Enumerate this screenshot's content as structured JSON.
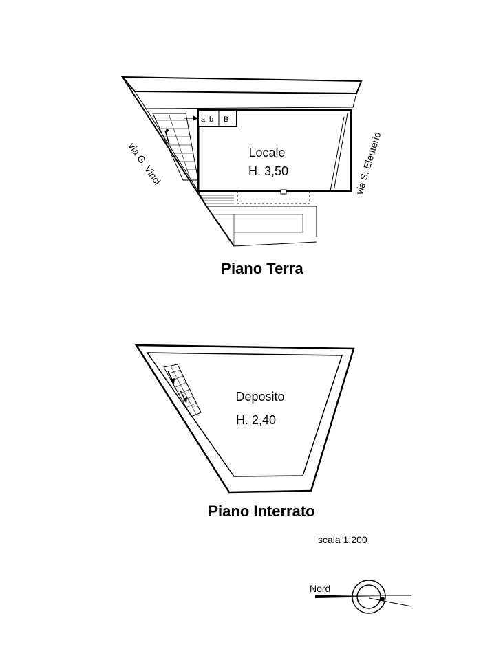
{
  "ground_floor": {
    "title": "Piano Terra",
    "room_name": "Locale",
    "room_height": "H. 3,50",
    "street_left": "via G. Vinci",
    "street_right": "via S. Eleuterio",
    "label_a": "a",
    "label_b": "b",
    "label_B": "B"
  },
  "basement": {
    "title": "Piano Interrato",
    "room_name": "Deposito",
    "room_height": "H. 2,40"
  },
  "scale": "scala 1:200",
  "north_label": "Nord",
  "icons": {
    "north_arrow": "north-arrow-icon",
    "stairs": "stairs-icon"
  }
}
